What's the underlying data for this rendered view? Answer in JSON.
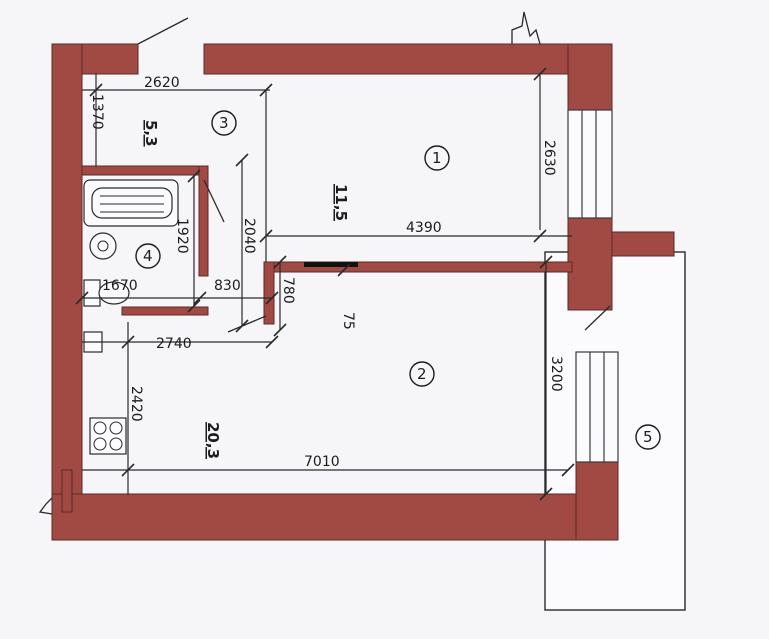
{
  "rooms": [
    {
      "number": "1",
      "area": "11,5"
    },
    {
      "number": "2",
      "area": "20,3"
    },
    {
      "number": "3",
      "area": "5,3"
    },
    {
      "number": "4"
    },
    {
      "number": "5"
    }
  ],
  "dimensions": {
    "d2620": "2620",
    "d1370": "1370",
    "d2630": "2630",
    "d4390": "4390",
    "d2040": "2040",
    "d1920": "1920",
    "d1670": "1670",
    "d830": "830",
    "d780": "780",
    "d75": "75",
    "d2740": "2740",
    "d2420": "2420",
    "d3200": "3200",
    "d7010": "7010"
  }
}
